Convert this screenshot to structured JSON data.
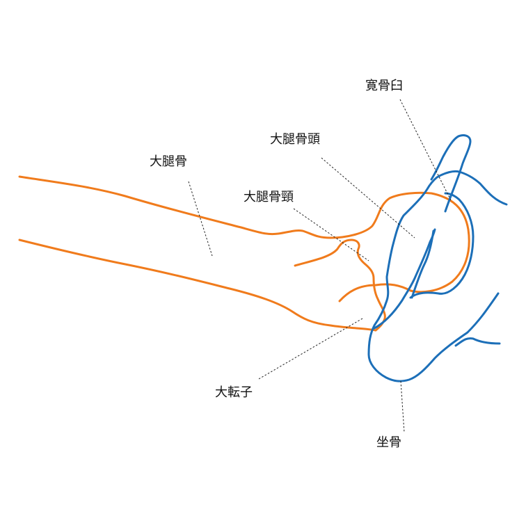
{
  "colors": {
    "femur": "#F07B1C",
    "pelvis": "#1C6FB8",
    "leader": "#222222",
    "text": "#111111",
    "background": "#ffffff"
  },
  "labels": {
    "acetabulum": "寛骨臼",
    "femoral_head": "大腿骨頭",
    "femur": "大腿骨",
    "femoral_neck": "大腿骨頸",
    "greater_trochanter": "大転子",
    "ischium": "坐骨"
  }
}
